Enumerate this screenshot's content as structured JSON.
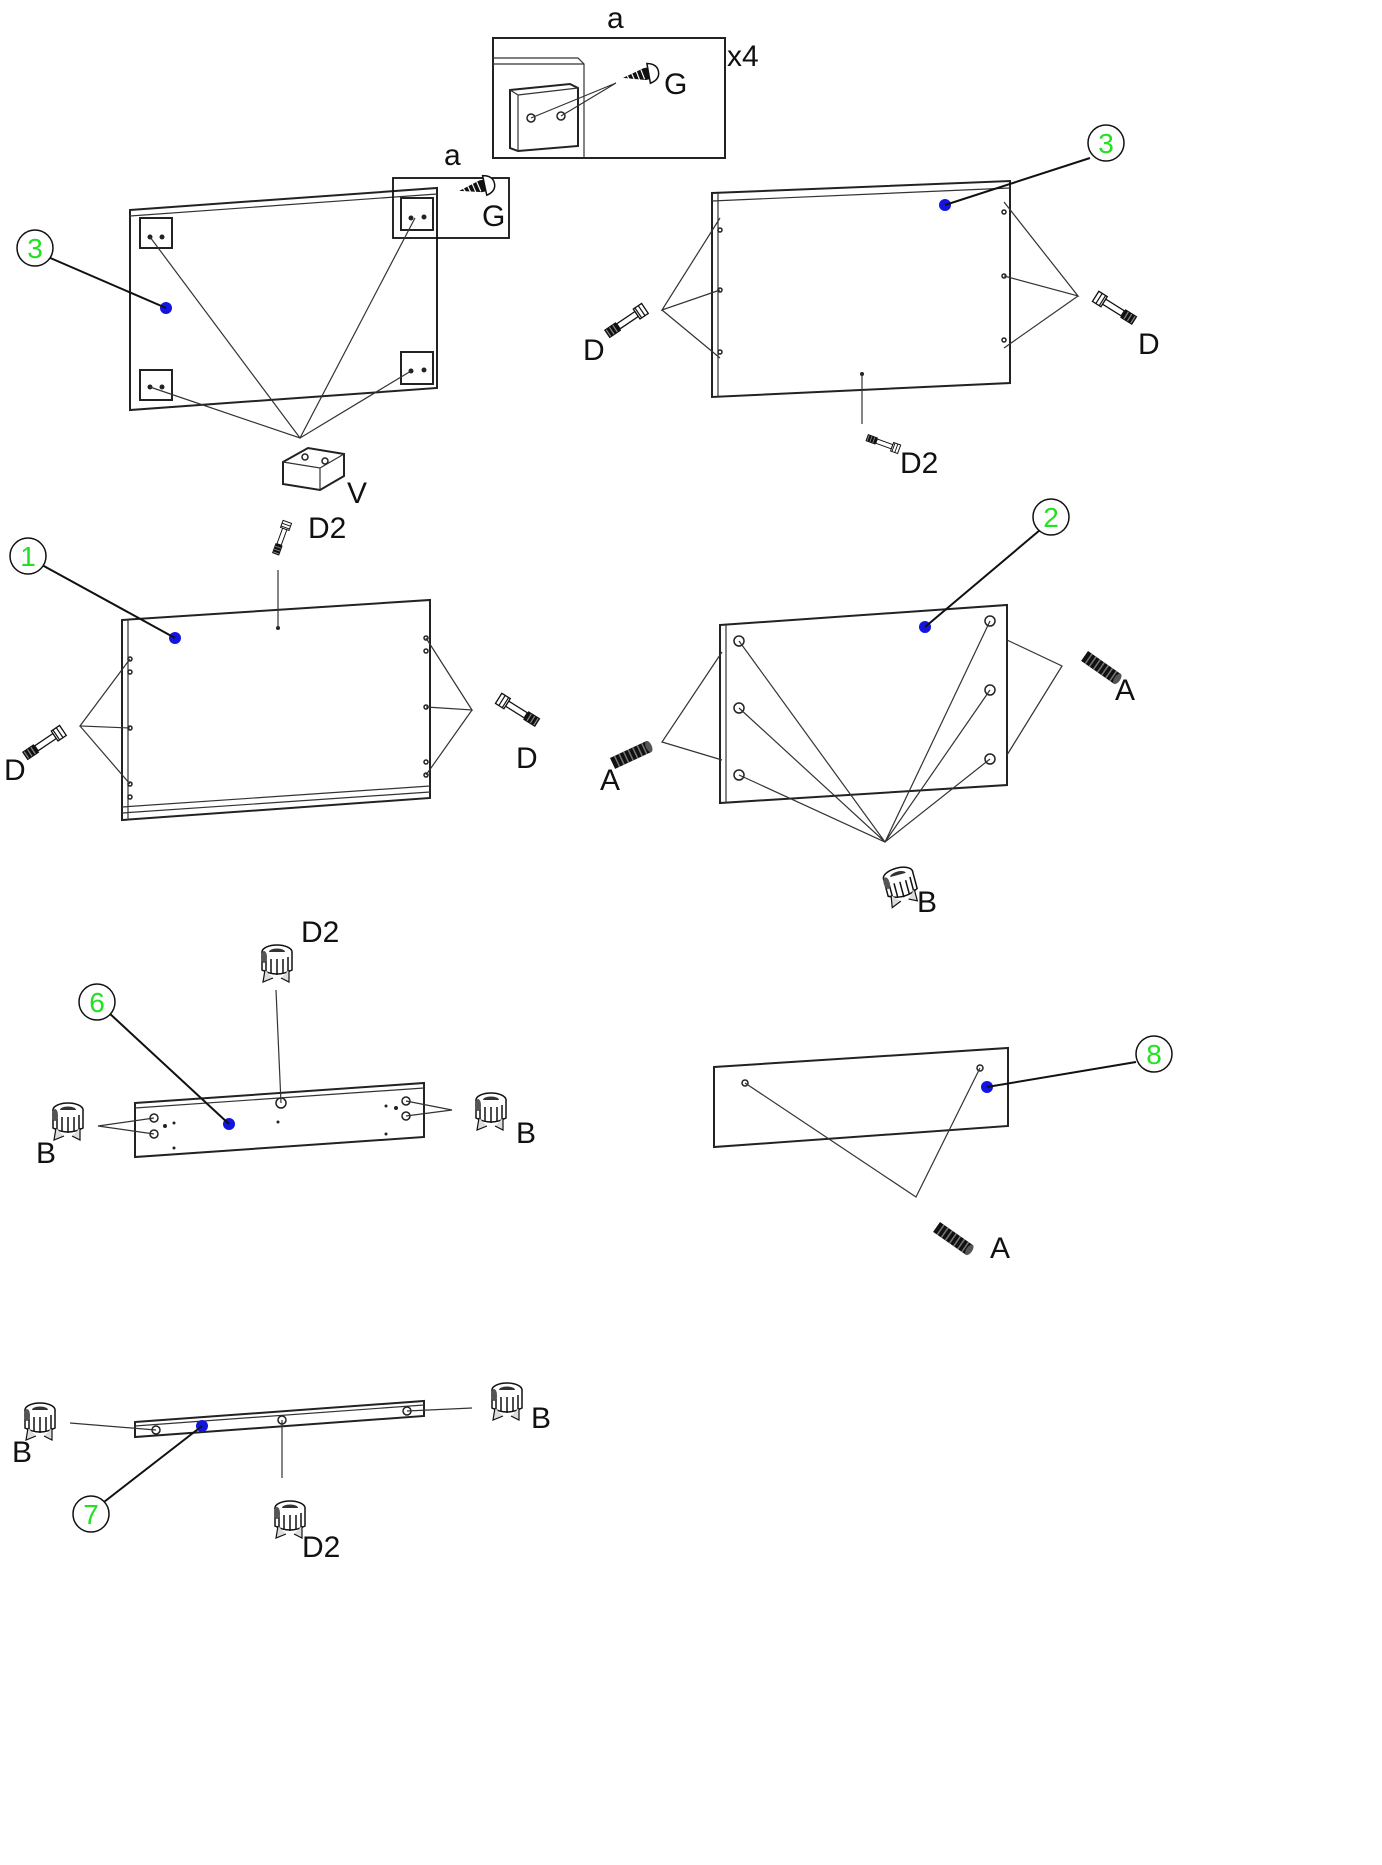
{
  "labels": {
    "detail_a_top": "a",
    "detail_qty": "x4",
    "detail_screw_top": "G",
    "detail_a_side": "a",
    "detail_screw_side": "G",
    "block": "V",
    "s3_dowel_left": "D",
    "s3_dowel_right": "D",
    "s3_cam_bolt": "D2",
    "s1_cam_bolt": "D2",
    "s1_dowel_left": "D",
    "s1_dowel_right": "D",
    "s2_dowel_left": "A",
    "s2_dowel_right": "A",
    "s2_cam": "B",
    "s6_cam_bolt": "D2",
    "s6_cam_left": "B",
    "s6_cam_right": "B",
    "s8_dowel": "A",
    "s7_cam_left": "B",
    "s7_cam_right": "B",
    "s7_cam_bolt": "D2"
  },
  "parts": {
    "part_3a": "3",
    "part_3b": "3",
    "part_1": "1",
    "part_2": "2",
    "part_6": "6",
    "part_8": "8",
    "part_7": "7"
  },
  "colors": {
    "part_number": "#22e022",
    "marker": "#1414e0",
    "line": "#111111"
  },
  "icons": [
    "screw-icon",
    "cam-lock-icon",
    "dowel-icon",
    "wood-dowel-icon",
    "cam-bolt-icon",
    "block-icon"
  ]
}
